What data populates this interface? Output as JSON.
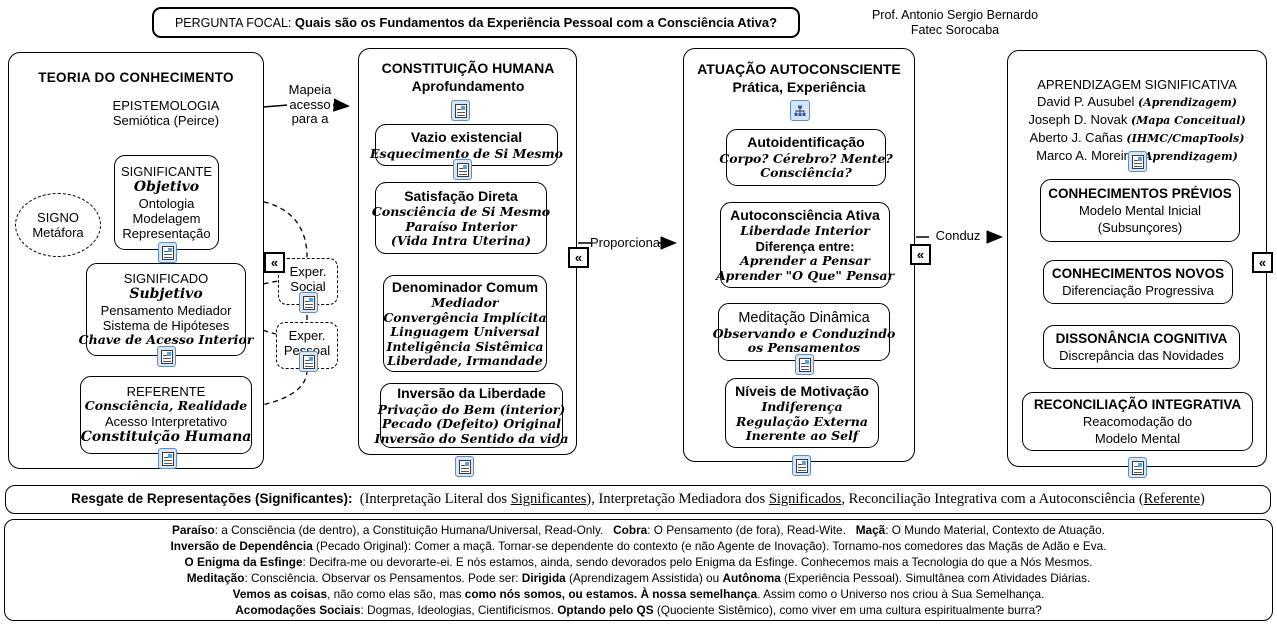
{
  "colors": {
    "node_border": "#000000",
    "icon_frame": "#5b8ec4",
    "icon_bg": "#d6e6f7",
    "background": "#ffffff"
  },
  "icons": {
    "resource": "document-with-image-icon",
    "cmap": "concept-map-icon",
    "collapse": "double-chevron-left"
  },
  "header": {
    "focal_prefix": "PERGUNTA FOCAL: ",
    "focal_question": "Quais são os Fundamentos da Experiência Pessoal com a Consciência Ativa?",
    "professor": "Prof. Antonio Sergio Bernardo",
    "institution": "Fatec Sorocaba"
  },
  "connectors": {
    "mapeia": [
      "Mapeia",
      "acesso",
      "para a"
    ],
    "proporciona": "Proporciona",
    "conduz": "Conduz",
    "collapse_icon": "«"
  },
  "col1": {
    "title": "TEORIA DO CONHECIMENTO",
    "epistemologia": [
      {
        "t": "EPISTEMOLOGIA",
        "s": "plain"
      },
      {
        "t": "Semiótica (Peirce)",
        "s": "plain"
      }
    ],
    "signo": [
      {
        "t": "SIGNO",
        "s": "plain"
      },
      {
        "t": "Metáfora",
        "s": "plain"
      }
    ],
    "significante": [
      {
        "t": "SIGNIFICANTE",
        "s": "plain"
      },
      {
        "t": "Objetivo",
        "s": "scriptlg"
      },
      {
        "t": "Ontologia",
        "s": "plain"
      },
      {
        "t": "Modelagem",
        "s": "plain"
      },
      {
        "t": "Representação",
        "s": "plain"
      }
    ],
    "significado": [
      {
        "t": "SIGNIFICADO",
        "s": "plain"
      },
      {
        "t": "Subjetivo",
        "s": "scriptlg"
      },
      {
        "t": "Pensamento Mediador",
        "s": "plain"
      },
      {
        "t": "Sistema de Hipóteses",
        "s": "plain"
      },
      {
        "t": "Chave de Acesso Interior",
        "s": "scriptmd"
      }
    ],
    "referente": [
      {
        "t": "REFERENTE",
        "s": "plain"
      },
      {
        "t": "Consciência, Realidade",
        "s": "scriptmd"
      },
      {
        "t": "Acesso Interpretativo",
        "s": "plain"
      },
      {
        "t": "Constituição Humana",
        "s": "scriptlg"
      }
    ]
  },
  "exper": {
    "social": [
      {
        "t": "Exper.",
        "s": "plain"
      },
      {
        "t": "Social",
        "s": "plain"
      }
    ],
    "pessoal": [
      {
        "t": "Exper.",
        "s": "plain"
      },
      {
        "t": "Pessoal",
        "s": "plain"
      }
    ]
  },
  "col2": {
    "title": [
      {
        "t": "CONSTITUIÇÃO HUMANA",
        "s": "head"
      },
      {
        "t": "Aprofundamento",
        "s": "head"
      }
    ],
    "vazio": [
      {
        "t": "Vazio existencial",
        "s": "head"
      },
      {
        "t": "Esquecimento de Si Mesmo",
        "s": "scriptmd"
      }
    ],
    "satisfacao": [
      {
        "t": "Satisfação Direta",
        "s": "head"
      },
      {
        "t": "Consciência de Si Mesmo",
        "s": "scriptmd"
      },
      {
        "t": "Paraíso Interior",
        "s": "scriptmd"
      },
      {
        "t": "(Vida Intra Uterina)",
        "s": "scriptmd"
      }
    ],
    "denominador": [
      {
        "t": "Denominador Comum",
        "s": "head"
      },
      {
        "t": "Mediador",
        "s": "scriptmd"
      },
      {
        "t": "Convergência Implícita",
        "s": "scriptmd"
      },
      {
        "t": "Linguagem Universal",
        "s": "scriptmd"
      },
      {
        "t": "Inteligência Sistêmica",
        "s": "scriptmd"
      },
      {
        "t": "Liberdade, Irmandade",
        "s": "scriptmd"
      }
    ],
    "inversao": [
      {
        "t": "Inversão da Liberdade",
        "s": "head"
      },
      {
        "t": "Privação do Bem (interior)",
        "s": "scriptmd"
      },
      {
        "t": "Pecado (Defeito) Original",
        "s": "scriptmd"
      },
      {
        "t": "Inversão do Sentido da vida",
        "s": "scriptmd"
      }
    ]
  },
  "col3": {
    "title": [
      {
        "t": "ATUAÇÃO AUTOCONSCIENTE",
        "s": "head"
      },
      {
        "t": "Prática, Experiência",
        "s": "head"
      }
    ],
    "autoidentificacao": [
      {
        "t": "Autoidentificação",
        "s": "head"
      },
      {
        "t": "Corpo? Cérebro? Mente?",
        "s": "scriptmd"
      },
      {
        "t": "Consciência?",
        "s": "scriptmd"
      }
    ],
    "autoconsciencia": [
      {
        "t": "Autoconsciência Ativa",
        "s": "head"
      },
      {
        "t": "Liberdade Interior",
        "s": "scriptmd"
      },
      {
        "t": "Diferença entre:",
        "s": "boldline"
      },
      {
        "t": "Aprender a Pensar",
        "s": "scriptmd"
      },
      {
        "t": "Aprender \"O Que\" Pensar",
        "s": "scriptmd"
      }
    ],
    "meditacao": [
      {
        "t": "Meditação Dinâmica",
        "s": "headreg"
      },
      {
        "t": "Observando e Conduzindo",
        "s": "scriptmd"
      },
      {
        "t": "os Pensamentos",
        "s": "scriptmd"
      }
    ],
    "niveis": [
      {
        "t": "Níveis de Motivação",
        "s": "head"
      },
      {
        "t": "Indiferença",
        "s": "scriptmd"
      },
      {
        "t": "Regulação Externa",
        "s": "scriptmd"
      },
      {
        "t": "Inerente ao Self",
        "s": "scriptmd"
      }
    ]
  },
  "col4": {
    "title": "APRENDIZAGEM SIGNIFICATIVA",
    "authors": [
      [
        {
          "t": "David P. Ausubel "
        },
        {
          "t": "(Aprendizagem)",
          "c": "script"
        }
      ],
      [
        {
          "t": "Joseph D. Novak "
        },
        {
          "t": "(Mapa Conceitual)",
          "c": "script"
        }
      ],
      [
        {
          "t": "Aberto J. Cañas "
        },
        {
          "t": "(IHMC/CmapTools)",
          "c": "script"
        }
      ],
      [
        {
          "t": "Marco A. Moreira "
        },
        {
          "t": "(Aprendizagem)",
          "c": "script"
        }
      ]
    ],
    "previos": [
      {
        "t": "CONHECIMENTOS PRÉVIOS",
        "s": "caps"
      },
      {
        "t": "Modelo Mental Inicial",
        "s": "plain2"
      },
      {
        "t": "(Subsunçores)",
        "s": "plain2"
      }
    ],
    "novos": [
      {
        "t": "CONHECIMENTOS NOVOS",
        "s": "caps"
      },
      {
        "t": "Diferenciação Progressiva",
        "s": "plain2"
      }
    ],
    "dissonancia": [
      {
        "t": "DISSONÂNCIA COGNITIVA",
        "s": "caps"
      },
      {
        "t": "Discrepância das Novidades",
        "s": "plain2"
      }
    ],
    "reconciliacao": [
      {
        "t": "RECONCILIAÇÃO INTEGRATIVA",
        "s": "caps"
      },
      {
        "t": "Reacomodação do",
        "s": "plain2"
      },
      {
        "t": "Modelo Mental",
        "s": "plain2"
      }
    ]
  },
  "resgate": {
    "segments": [
      {
        "t": "Resgate de Representações (Significantes):",
        "b": 1
      },
      {
        "t": "  (",
        "f": "serif"
      },
      {
        "t": "Interpretação Literal dos ",
        "f": "serif"
      },
      {
        "t": "Significantes",
        "f": "serif",
        "u": 1
      },
      {
        "t": "), Interpretação Mediadora dos ",
        "f": "serif"
      },
      {
        "t": "Significados",
        "f": "serif",
        "u": 1
      },
      {
        "t": ", Reconciliação Integrativa com a Autoconsciência (",
        "f": "serif"
      },
      {
        "t": "Referente",
        "f": "serif",
        "u": 1
      },
      {
        "t": ")",
        "f": "serif"
      }
    ]
  },
  "footnotes": [
    [
      {
        "t": "Paraíso",
        "b": 1
      },
      {
        "t": ": a Consciência (de dentro), a Constituição Humana/Universal, Read-Only.   "
      },
      {
        "t": "Cobra",
        "b": 1
      },
      {
        "t": ": O Pensamento (de fora), Read-Wite.   "
      },
      {
        "t": "Maçã",
        "b": 1
      },
      {
        "t": ": O Mundo Material, Contexto de Atuação."
      }
    ],
    [
      {
        "t": "Inversão de Dependência",
        "b": 1
      },
      {
        "t": " (Pecado Original): Comer a maçã. Tornar-se dependente do contexto (e não Agente de Inovação). Tornamo-nos comedores das Maçãs de Adão e Eva."
      }
    ],
    [
      {
        "t": "O Enigma da Esfinge",
        "b": 1
      },
      {
        "t": ": Decifra-me ou devorarte-ei. E nós estamos, ainda, sendo devorados pelo Enigma da Esfinge. Conhecemos mais a Tecnologia do que a Nós Mesmos."
      }
    ],
    [
      {
        "t": "Meditação",
        "b": 1
      },
      {
        "t": ": Consciência. Observar os Pensamentos. Pode ser: "
      },
      {
        "t": "Dirigida",
        "b": 1
      },
      {
        "t": " (Aprendizagem Assistida) ou "
      },
      {
        "t": "Autônoma",
        "b": 1
      },
      {
        "t": " (Experiência Pessoal). Simultânea com Atividades Diárias."
      }
    ],
    [
      {
        "t": "Vemos as coisas",
        "b": 1
      },
      {
        "t": ", não como elas são, mas "
      },
      {
        "t": "como nós somos, ou estamos. À nossa semelhança",
        "b": 1
      },
      {
        "t": ". Assim como o Universo nos criou à Sua Semelhança."
      }
    ],
    [
      {
        "t": "Acomodações Sociais",
        "b": 1
      },
      {
        "t": ": Dogmas, Ideologias, Cientificismos. "
      },
      {
        "t": "Optando pelo QS",
        "b": 1
      },
      {
        "t": " (Quociente Sistêmico), como viver em uma cultura espiritualmente burra?"
      }
    ]
  ]
}
